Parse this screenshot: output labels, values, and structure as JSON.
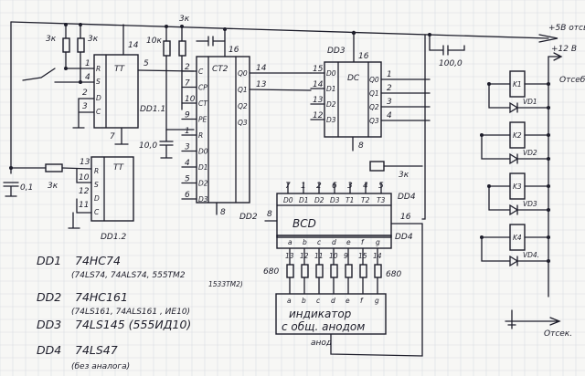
{
  "power": {
    "vcc_label": "+5В отсв.",
    "v12_label": "+12 В",
    "supply_out_label": "Отсеб",
    "ground_out_label": "Отсек."
  },
  "components": {
    "r1": "3к",
    "r2": "3к",
    "r3": "10к",
    "r4": "3к",
    "r5": "3к",
    "r6": "3к",
    "c1": "0,1",
    "c2": "10,0",
    "c3": "100,0",
    "seg_res_left": "680",
    "seg_res_right": "680"
  },
  "dd1": {
    "name": "DD1.1",
    "type": "TT",
    "pins": {
      "r": "1",
      "s": "4",
      "d": "2",
      "c": "3",
      "vcc": "14",
      "gnd": "7",
      "q": "5"
    },
    "labels": {
      "r": "R",
      "s": "S",
      "d": "D",
      "c": "C"
    }
  },
  "dd1b": {
    "name": "DD1.2",
    "type": "TT",
    "pins": {
      "r": "13",
      "s": "10",
      "d": "12",
      "c": "11"
    },
    "labels": {
      "r": "R",
      "s": "S",
      "d": "D",
      "c": "C"
    }
  },
  "dd2": {
    "name": "DD2",
    "type": "CT2",
    "left_pins": [
      {
        "num": "2",
        "label": "C"
      },
      {
        "num": "7",
        "label": "CP"
      },
      {
        "num": "10",
        "label": "CT"
      },
      {
        "num": "9",
        "label": "PE"
      },
      {
        "num": "1",
        "label": "R"
      },
      {
        "num": "3",
        "label": "D0"
      },
      {
        "num": "4",
        "label": "D1"
      },
      {
        "num": "5",
        "label": "D2"
      },
      {
        "num": "6",
        "label": "D3"
      }
    ],
    "right_pins": [
      {
        "num": "14",
        "label": "Q0"
      },
      {
        "num": "13",
        "label": "Q1"
      },
      {
        "num": "",
        "label": "Q2"
      },
      {
        "num": "",
        "label": "Q3"
      }
    ],
    "vcc_pin": "16",
    "gnd_pin": "8"
  },
  "dd3": {
    "name": "DD3",
    "type": "DC",
    "left_pins": [
      {
        "num": "15",
        "label": "D0"
      },
      {
        "num": "14",
        "label": "D1"
      },
      {
        "num": "13",
        "label": "D2"
      },
      {
        "num": "12",
        "label": "D3"
      }
    ],
    "right_pins": [
      {
        "num": "1",
        "label": "Q0"
      },
      {
        "num": "2",
        "label": "Q1"
      },
      {
        "num": "3",
        "label": "Q2"
      },
      {
        "num": "4",
        "label": "Q3"
      }
    ],
    "vcc_pin": "16",
    "gnd_pin": "8"
  },
  "dd4": {
    "name": "DD4",
    "type": "BCD",
    "top_pin_nums": [
      "7",
      "1",
      "2",
      "6",
      "3",
      "4",
      "5"
    ],
    "top_labels": [
      "D0",
      "D1",
      "D2",
      "D3",
      "T1",
      "T2",
      "T3"
    ],
    "bottom_labels": [
      "a",
      "b",
      "c",
      "d",
      "e",
      "f",
      "g"
    ],
    "bottom_pin_nums": [
      "13",
      "12",
      "11",
      "10",
      "9",
      "15",
      "14"
    ],
    "gnd_pin": "8",
    "vcc_pin": "16"
  },
  "display": {
    "segments": [
      "a",
      "b",
      "c",
      "d",
      "e",
      "f",
      "g"
    ],
    "line1": "индикатор",
    "line2": "с общ. анодом",
    "anode_label": "анод"
  },
  "relays": [
    {
      "relay": "K1",
      "diode": "VD1"
    },
    {
      "relay": "K2",
      "diode": "VD2"
    },
    {
      "relay": "K3",
      "diode": "VD3"
    },
    {
      "relay": "K4",
      "diode": "VD4."
    }
  ],
  "notes": [
    {
      "id": "DD1",
      "part": "74HC74",
      "alt": "(74LS74, 74ALS74, 555ТМ2",
      "alt2": "1533ТМ2)"
    },
    {
      "id": "DD2",
      "part": "74HC161",
      "alt": "(74LS161, 74ALS161 , ИЕ10)",
      "alt2": ""
    },
    {
      "id": "DD3",
      "part": "74LS145 (555ИД10)",
      "alt": "",
      "alt2": ""
    },
    {
      "id": "DD4",
      "part": "74LS47",
      "alt": "(без аналога)",
      "alt2": ""
    }
  ]
}
